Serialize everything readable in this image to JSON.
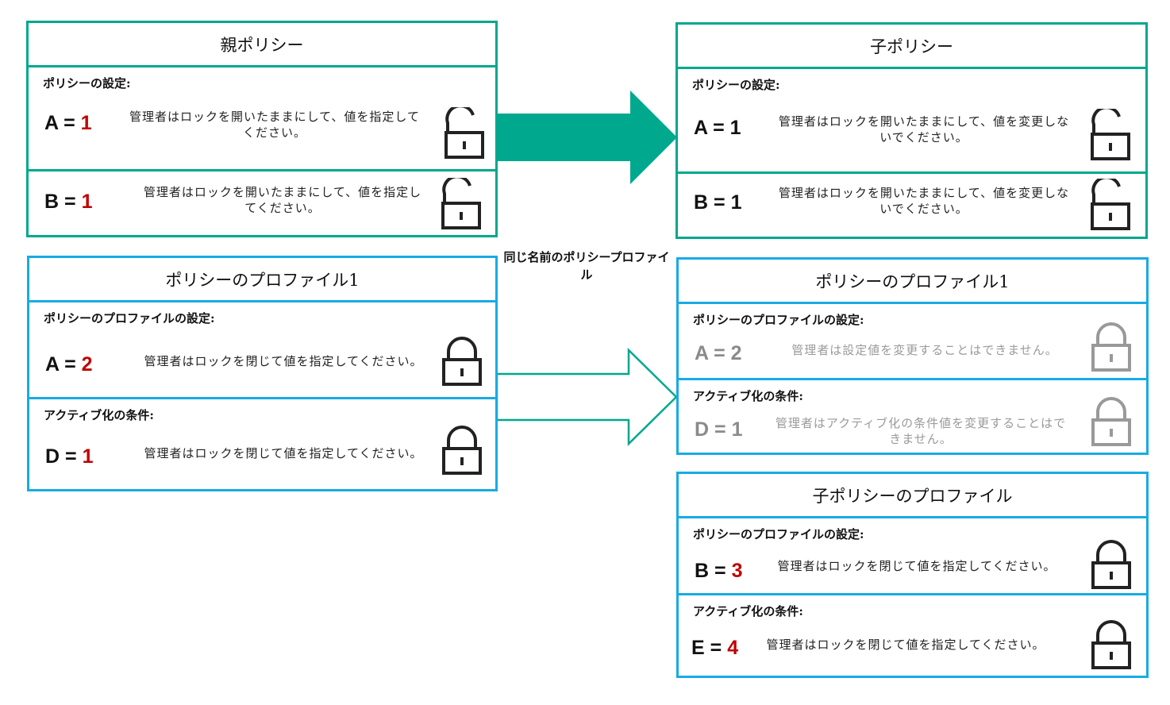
{
  "colors": {
    "green": "#00a88e",
    "blue": "#18abe3",
    "red_value": "#c00000",
    "grey": "#8a8a8a"
  },
  "caption": "同じ名前のポリシープロファイル",
  "parent_policy": {
    "title": "親ポリシー",
    "section_label": "ポリシーの設定:",
    "rows": [
      {
        "var": "A",
        "value": "1",
        "desc": "管理者はロックを開いたままにして、値を指定してください。",
        "lock": "unlocked"
      },
      {
        "var": "B",
        "value": "1",
        "desc": "管理者はロックを開いたままにして、値を指定してください。",
        "lock": "unlocked"
      }
    ]
  },
  "child_policy": {
    "title": "子ポリシー",
    "section_label": "ポリシーの設定:",
    "rows": [
      {
        "var": "A",
        "value": "1",
        "desc": "管理者はロックを開いたままにして、値を変更しないでください。",
        "lock": "unlocked"
      },
      {
        "var": "B",
        "value": "1",
        "desc": "管理者はロックを開いたままにして、値を変更しないでください。",
        "lock": "unlocked"
      }
    ]
  },
  "parent_profile": {
    "title": "ポリシーのプロファイル1",
    "rows": [
      {
        "section_label": "ポリシーのプロファイルの設定:",
        "var": "A",
        "value": "2",
        "desc": "管理者はロックを閉じて値を指定してください。",
        "lock": "locked"
      },
      {
        "section_label": "アクティブ化の条件:",
        "var": "D",
        "value": "1",
        "desc": "管理者はロックを閉じて値を指定してください。",
        "lock": "locked"
      }
    ]
  },
  "child_inherited_profile": {
    "title": "ポリシーのプロファイル1",
    "rows": [
      {
        "section_label": "ポリシーのプロファイルの設定:",
        "var": "A",
        "value": "2",
        "desc": "管理者は設定値を変更することはできません。",
        "lock": "locked-disabled"
      },
      {
        "section_label": "アクティブ化の条件:",
        "var": "D",
        "value": "1",
        "desc": "管理者はアクティブ化の条件値を変更することはできません。",
        "lock": "locked-disabled"
      }
    ]
  },
  "child_profile": {
    "title": "子ポリシーのプロファイル",
    "rows": [
      {
        "section_label": "ポリシーのプロファイルの設定:",
        "var": "B",
        "value": "3",
        "desc": "管理者はロックを閉じて値を指定してください。",
        "lock": "locked"
      },
      {
        "section_label": "アクティブ化の条件:",
        "var": "E",
        "value": "4",
        "desc": "管理者はロックを閉じて値を指定してください。",
        "lock": "locked"
      }
    ]
  }
}
